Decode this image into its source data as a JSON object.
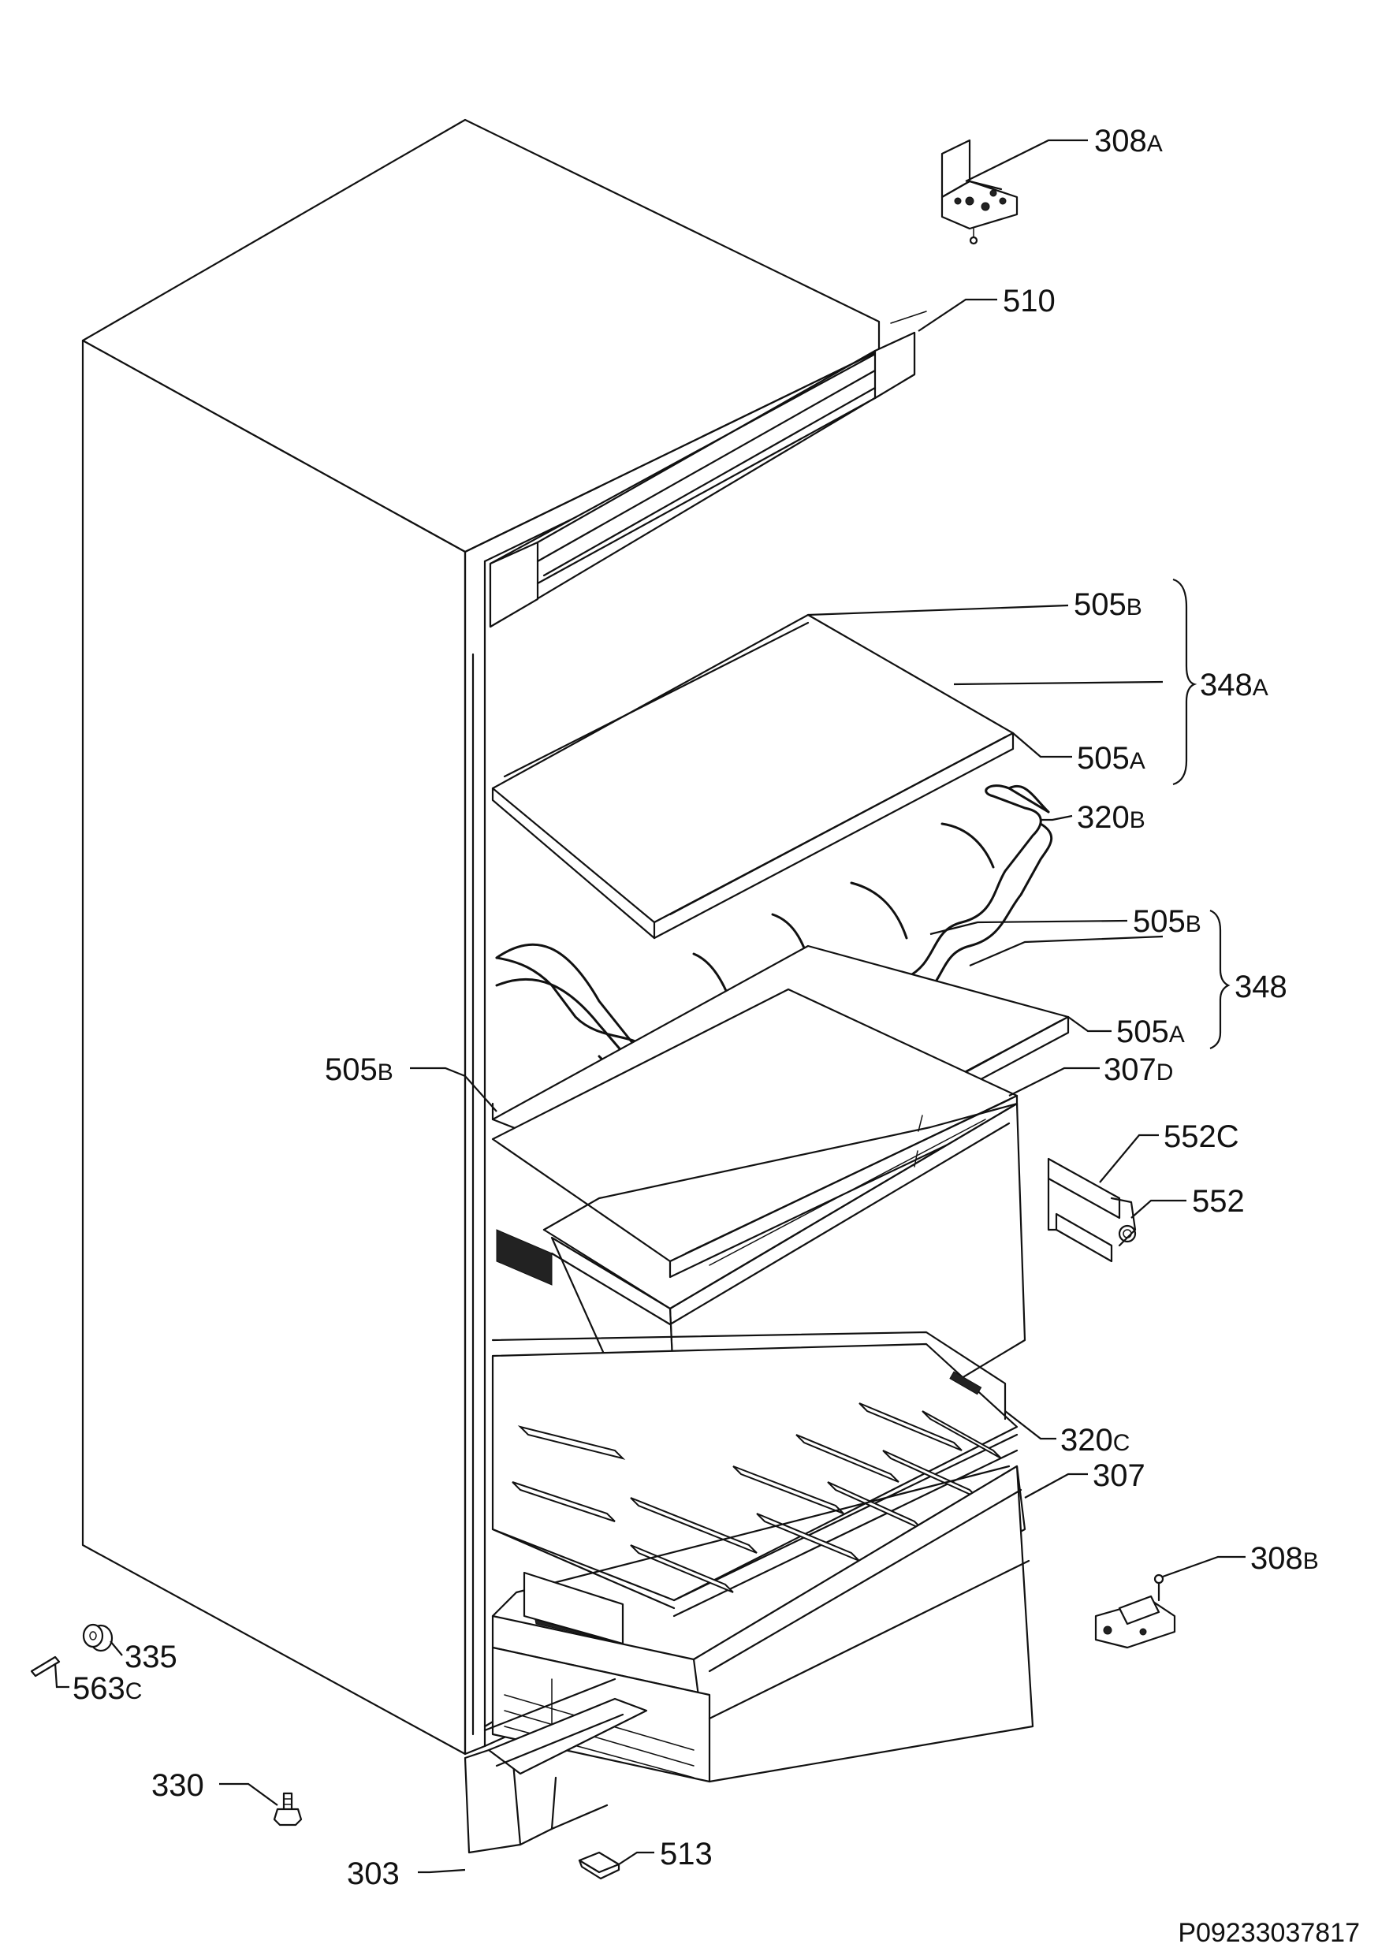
{
  "callouts": {
    "c308a": {
      "num": "308",
      "suf": "A"
    },
    "c510": {
      "num": "510",
      "suf": ""
    },
    "c505b_top": {
      "num": "505",
      "suf": "B"
    },
    "c348a": {
      "num": "348",
      "suf": "A"
    },
    "c505a_top": {
      "num": "505",
      "suf": "A"
    },
    "c320b": {
      "num": "320",
      "suf": "B"
    },
    "c505b_mid": {
      "num": "505",
      "suf": "B"
    },
    "c348": {
      "num": "348",
      "suf": ""
    },
    "c505a_mid": {
      "num": "505",
      "suf": "A"
    },
    "c505b_left": {
      "num": "505",
      "suf": "B"
    },
    "c307d": {
      "num": "307",
      "suf": "D"
    },
    "c552c": {
      "num": "552C",
      "suf": ""
    },
    "c552": {
      "num": "552",
      "suf": ""
    },
    "c320c": {
      "num": "320",
      "suf": "C"
    },
    "c307": {
      "num": "307",
      "suf": ""
    },
    "c308b": {
      "num": "308",
      "suf": "B"
    },
    "c335": {
      "num": "335",
      "suf": ""
    },
    "c563c": {
      "num": "563",
      "suf": "C"
    },
    "c330": {
      "num": "330",
      "suf": ""
    },
    "c303": {
      "num": "303",
      "suf": ""
    },
    "c513": {
      "num": "513",
      "suf": ""
    }
  },
  "reference_code": "P09233037817"
}
